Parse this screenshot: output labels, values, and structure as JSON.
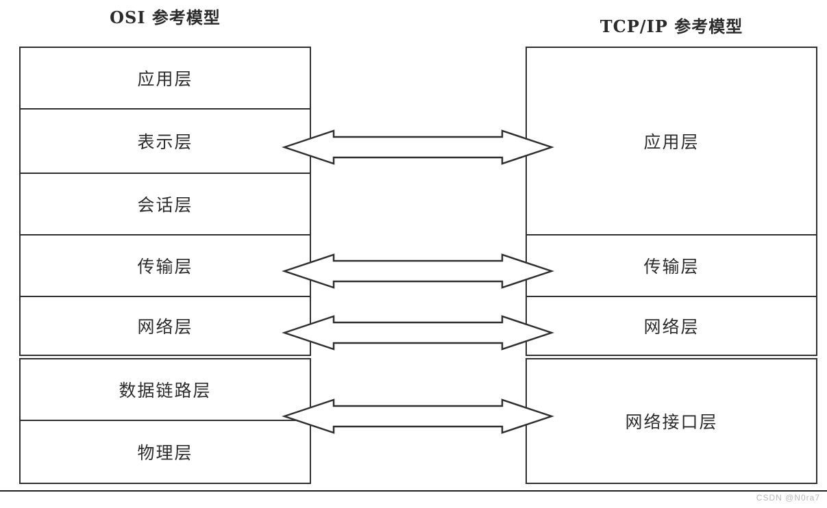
{
  "diagram": {
    "osi": {
      "title": "OSI 参考模型",
      "layers": [
        "应用层",
        "表示层",
        "会话层",
        "传输层",
        "网络层",
        "数据链路层",
        "物理层"
      ]
    },
    "tcpip": {
      "title": "TCP/IP 参考模型",
      "layers": [
        "应用层",
        "传输层",
        "网络层",
        "网络接口层"
      ]
    },
    "mappings": [
      {
        "from": "表示层",
        "to": "应用层"
      },
      {
        "from": "传输层",
        "to": "传输层"
      },
      {
        "from": "网络层",
        "to": "网络层"
      },
      {
        "from": "数据链路层/物理层",
        "to": "网络接口层"
      }
    ],
    "colors": {
      "line": "#2f2f2f",
      "text": "#2b2b2b",
      "watermark": "#b8b8b8"
    }
  },
  "watermark": {
    "text": "CSDN @N0ra7"
  }
}
